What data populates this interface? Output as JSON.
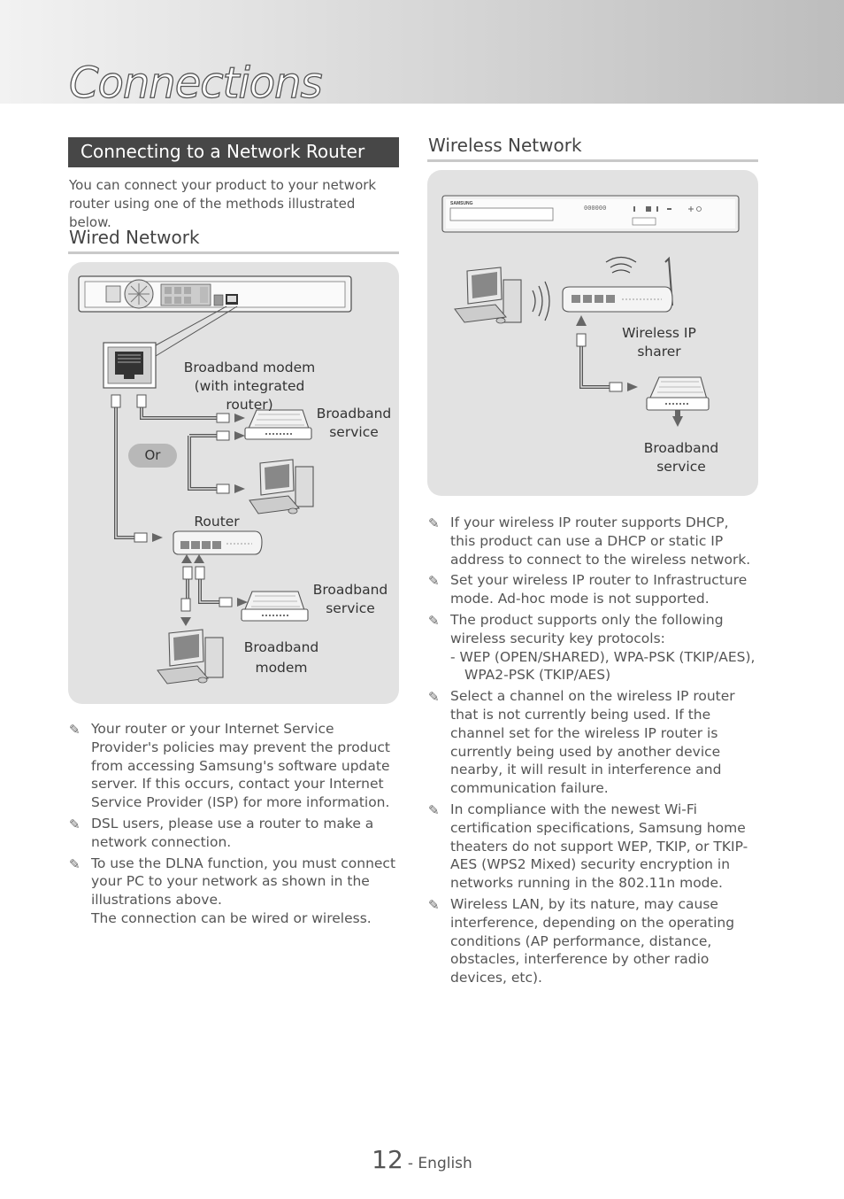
{
  "header": {
    "title": "Connections"
  },
  "section": {
    "title": "Connecting to a Network Router",
    "intro": "You can connect your product to your network router using one of the methods illustrated below."
  },
  "wired": {
    "heading": "Wired Network",
    "labels": {
      "modem_router": "Broadband modem\n(with integrated router)",
      "service1": "Broadband\nservice",
      "or": "Or",
      "router": "Router",
      "service2": "Broadband\nservice",
      "modem": "Broadband\nmodem"
    },
    "notes": [
      "Your router or your Internet Service Provider's policies may prevent the product from accessing Samsung's software update server. If this occurs, contact your Internet Service Provider (ISP) for more information.",
      "DSL users, please use a router to make a network connection.",
      "To use the DLNA function, you must connect your PC to your network as shown in the illustrations above.\nThe connection can be wired or wireless."
    ]
  },
  "wireless": {
    "heading": "Wireless Network",
    "labels": {
      "brand": "SAMSUNG",
      "display": "000000",
      "sharer": "Wireless IP sharer",
      "service": "Broadband\nservice"
    },
    "notes": [
      "If your wireless IP router supports DHCP, this product can use a DHCP or static IP address to connect to the wireless network.",
      "Set your wireless IP router to Infrastructure mode. Ad-hoc mode is not supported.",
      "The product supports only the following wireless security key protocols:",
      "Select a channel on the wireless IP router that is not currently being used. If the channel set for the wireless IP router is currently being used by another device nearby, it will result in interference and communication failure.",
      "In compliance with the newest Wi-Fi certification specifications, Samsung home theaters do not support WEP, TKIP, or TKIP-AES (WPS2 Mixed) security encryption in networks running in the 802.11n mode.",
      "Wireless LAN, by its nature, may cause interference, depending on the operating conditions (AP performance, distance, obstacles, interference by other radio devices, etc)."
    ],
    "protocol_sub": "-  WEP (OPEN/SHARED), WPA-PSK (TKIP/AES), WPA2-PSK (TKIP/AES)"
  },
  "footer": {
    "page": "12",
    "lang": "- English"
  },
  "colors": {
    "section_bar": "#474747",
    "panel": "#e2e2e2",
    "rule": "#c9c9c9"
  },
  "icons": {
    "note": "pencil-note-icon"
  }
}
